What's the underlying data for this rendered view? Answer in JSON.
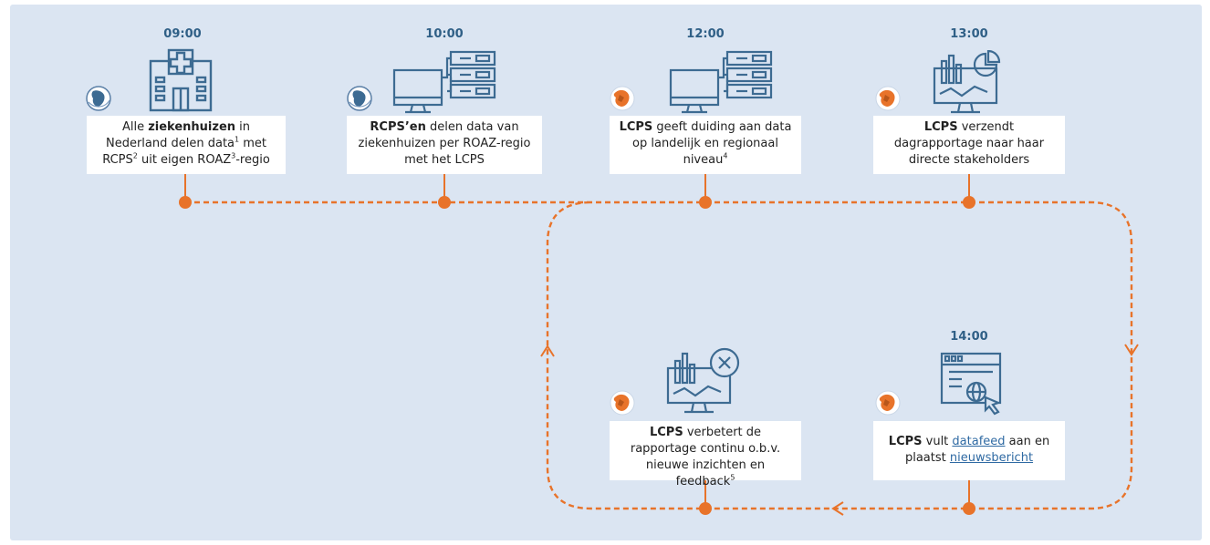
{
  "colors": {
    "panel": "#dbe5f2",
    "line": "#e8732a",
    "icon": "#3d6b92",
    "text": "#222222",
    "time": "#2f5f86",
    "link": "#2f6aa3"
  },
  "steps": [
    {
      "time": "09:00",
      "icon": "hospital-icon",
      "actor_icon": "rcps-logo-icon",
      "parts": {
        "a": "Alle ",
        "b": "ziekenhuizen",
        "c": " in Nederland delen data",
        "sup1": "1",
        "d": " met RCPS",
        "sup2": "2",
        "e": " uit eigen ROAZ",
        "sup3": "3",
        "f": "-regio"
      }
    },
    {
      "time": "10:00",
      "icon": "computer-servers-icon",
      "actor_icon": "rcps-logo-icon",
      "parts": {
        "b": "RCPS’en",
        "c": " delen data van ziekenhuizen per ROAZ-regio met het LCPS"
      }
    },
    {
      "time": "12:00",
      "icon": "computer-servers-icon",
      "actor_icon": "lcps-logo-icon",
      "parts": {
        "b": "LCPS",
        "c": " geeft duiding aan data op landelijk en regionaal niveau",
        "sup1": "4"
      }
    },
    {
      "time": "13:00",
      "icon": "dashboard-chart-icon",
      "actor_icon": "lcps-logo-icon",
      "parts": {
        "b": "LCPS",
        "c": " verzendt dagrapportage naar haar directe stakeholders"
      }
    },
    {
      "time": "14:00",
      "icon": "web-browser-icon",
      "actor_icon": "lcps-logo-icon",
      "parts": {
        "b": "LCPS",
        "c": " vult ",
        "link1": "datafeed",
        "d": " aan en plaatst ",
        "link2": "nieuwsbericht"
      }
    },
    {
      "time": "",
      "icon": "dashboard-cross-icon",
      "actor_icon": "lcps-logo-icon",
      "parts": {
        "b": "LCPS",
        "c": " verbetert de rapportage continu o.b.v. nieuwe inzichten en feedback",
        "sup1": "5"
      }
    }
  ]
}
